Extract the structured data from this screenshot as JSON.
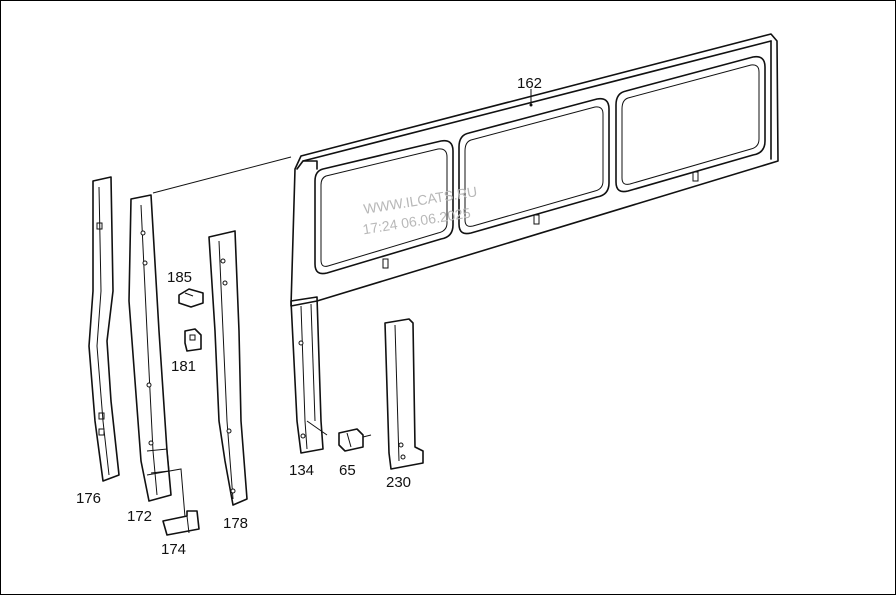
{
  "watermark": {
    "line1": "WWW.ILCATS.RU",
    "line2": "17:24 06.06.2025"
  },
  "labels": {
    "p162": "162",
    "p185": "185",
    "p181": "181",
    "p176": "176",
    "p172": "172",
    "p174": "174",
    "p178": "178",
    "p134": "134",
    "p65": "65",
    "p230": "230"
  }
}
